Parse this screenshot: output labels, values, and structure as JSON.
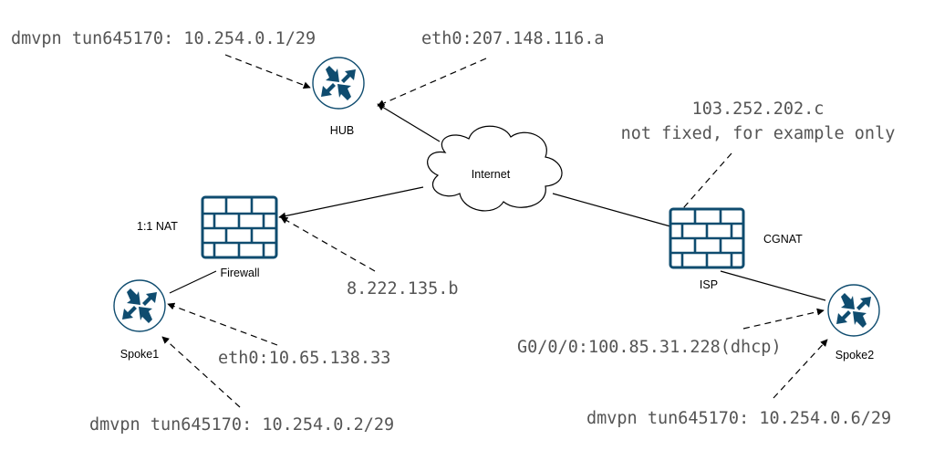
{
  "nodes": {
    "hub": {
      "label": "HUB"
    },
    "internet": {
      "label": "Internet"
    },
    "firewall": {
      "label": "Firewall",
      "side_label": "1:1 NAT"
    },
    "isp": {
      "label": "ISP",
      "side_label": "CGNAT"
    },
    "spoke1": {
      "label": "Spoke1"
    },
    "spoke2": {
      "label": "Spoke2"
    }
  },
  "annotations": {
    "hub_tunnel": "dmvpn tun645170: 10.254.0.1/29",
    "hub_eth0": "eth0:207.148.116.a",
    "isp_public_line1": "103.252.202.c",
    "isp_public_line2": "not fixed, for example only",
    "firewall_public": "8.222.135.b",
    "spoke1_eth0": "eth0:10.65.138.33",
    "spoke1_tunnel": "dmvpn tun645170: 10.254.0.2/29",
    "spoke2_g0": "G0/0/0:100.85.31.228(dhcp)",
    "spoke2_tunnel": "dmvpn tun645170: 10.254.0.6/29"
  },
  "colors": {
    "icon": "#0f4c6f",
    "annotation_text": "#555555",
    "label_text": "#000000",
    "line": "#000000"
  },
  "icons": {
    "router": "router-icon",
    "firewall": "firewall-icon",
    "cloud": "cloud-icon"
  }
}
